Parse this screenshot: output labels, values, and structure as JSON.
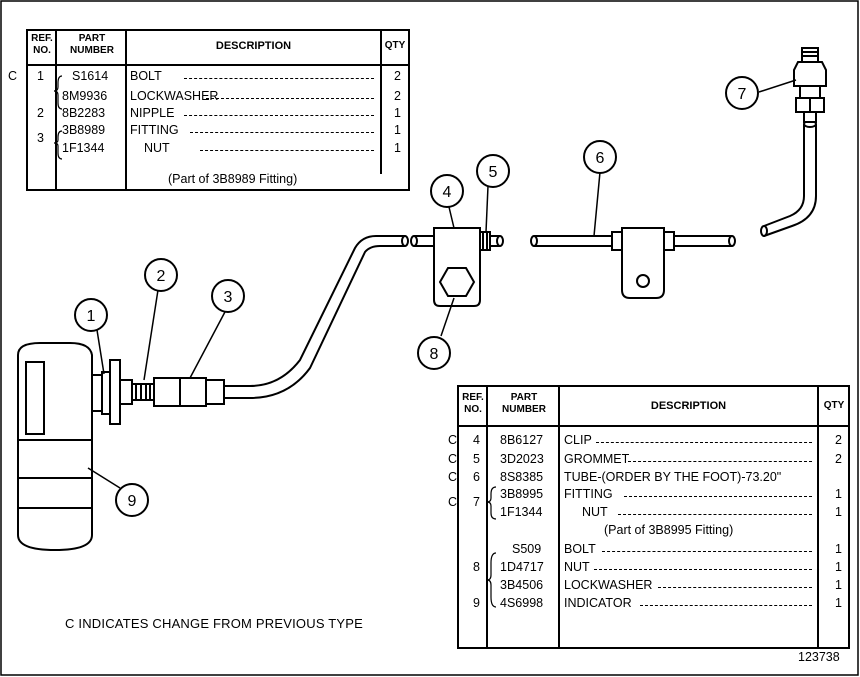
{
  "table1": {
    "headers": {
      "ref": "REF. NO.",
      "part": "PART NUMBER",
      "desc": "DESCRIPTION",
      "qty": "QTY"
    },
    "rows": [
      {
        "c": "C",
        "ref": "1",
        "part": "S1614",
        "desc": "BOLT",
        "qty": "2"
      },
      {
        "c": "",
        "ref": "",
        "part": "8M9936",
        "desc": "LOCKWASHER",
        "qty": "2"
      },
      {
        "c": "",
        "ref": "2",
        "part": "8B2283",
        "desc": "NIPPLE",
        "qty": "1"
      },
      {
        "c": "",
        "ref": "3",
        "part": "3B8989",
        "desc": "FITTING",
        "qty": "1"
      },
      {
        "c": "",
        "ref": "",
        "part": "1F1344",
        "desc": "NUT",
        "qty": "1"
      }
    ],
    "footnote": "(Part of 3B8989 Fitting)"
  },
  "table2": {
    "headers": {
      "ref": "REF. NO.",
      "part": "PART NUMBER",
      "desc": "DESCRIPTION",
      "qty": "QTY"
    },
    "rows": [
      {
        "c": "C",
        "ref": "4",
        "part": "8B6127",
        "desc": "CLIP",
        "qty": "2"
      },
      {
        "c": "C",
        "ref": "5",
        "part": "3D2023",
        "desc": "GROMMET",
        "qty": "2"
      },
      {
        "c": "C",
        "ref": "6",
        "part": "8S8385",
        "desc": "TUBE-(ORDER BY THE FOOT)-73.20\"",
        "qty": ""
      },
      {
        "c": "C",
        "ref": "7",
        "part": "3B8995",
        "desc": "FITTING",
        "qty": "1"
      },
      {
        "c": "",
        "ref": "",
        "part": "1F1344",
        "desc": "NUT",
        "qty": "1"
      },
      {
        "c": "",
        "ref": "",
        "part": "",
        "desc": "(Part of 3B8995 Fitting)",
        "qty": ""
      },
      {
        "c": "",
        "ref": "",
        "part": "S509",
        "desc": "BOLT",
        "qty": "1"
      },
      {
        "c": "",
        "ref": "8",
        "part": "1D4717",
        "desc": "NUT",
        "qty": "1"
      },
      {
        "c": "",
        "ref": "",
        "part": "3B4506",
        "desc": "LOCKWASHER",
        "qty": "1"
      },
      {
        "c": "",
        "ref": "9",
        "part": "4S6998",
        "desc": "INDICATOR",
        "qty": "1"
      }
    ]
  },
  "callouts": [
    "1",
    "2",
    "3",
    "4",
    "5",
    "6",
    "7",
    "8",
    "9"
  ],
  "note": "C INDICATES CHANGE FROM PREVIOUS TYPE",
  "figure_number": "123738"
}
